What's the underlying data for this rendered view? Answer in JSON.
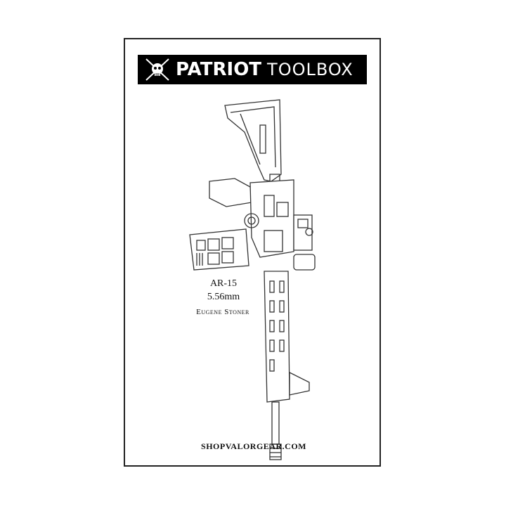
{
  "brand": {
    "name_bold": "PATRIOT",
    "name_light": "TOOLBOX",
    "logo_icon": "skull-crossed-rifles-icon"
  },
  "product": {
    "model": "AR-15",
    "caliber": "5.56mm",
    "designer": "Eugene Stoner",
    "illustration_icon": "ar15-rifle-icon"
  },
  "footer": {
    "website": "SHOPVALORGEAR.COM"
  },
  "colors": {
    "banner_bg": "#000000",
    "banner_text": "#ffffff",
    "ink": "#111111",
    "border": "#222222"
  }
}
